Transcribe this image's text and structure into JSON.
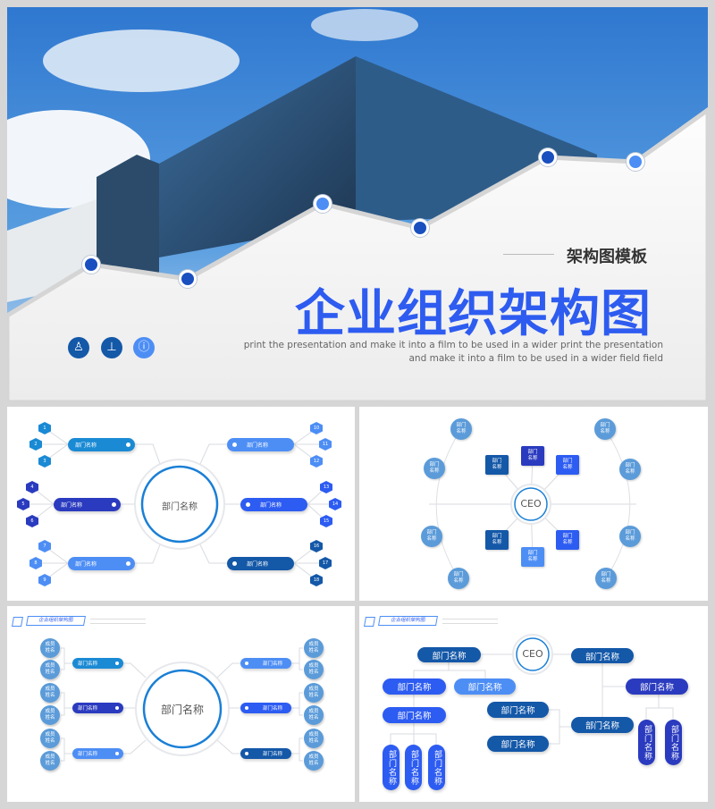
{
  "colors": {
    "blue_title": "#2e5cf0",
    "dark_blue": "#1458a8",
    "indigo": "#2a3bbf",
    "royal": "#2d5cf2",
    "light": "#4d8ef5",
    "cyan": "#1a8ad4",
    "circle": "#5b9bd9"
  },
  "cover": {
    "subtitle": "架构图模板",
    "title": "企业组织架构图",
    "desc_line1": "print the presentation and make it into a film to be used in a wider print the presentation",
    "desc_line2": "and make it into a film to be used in a wider field field",
    "icons": [
      "stamp-person-icon",
      "stamp-icon",
      "info-icon"
    ]
  },
  "slide2": {
    "center": "部门名称",
    "pill_label": "部门名称",
    "numbers": [
      "1",
      "2",
      "3",
      "4",
      "5",
      "6",
      "7",
      "8",
      "9",
      "10",
      "11",
      "12",
      "13",
      "14",
      "15",
      "16",
      "17",
      "18"
    ]
  },
  "slide3": {
    "center": "CEO",
    "box_label": "部门\n名称",
    "circle_label": "部门\n名称"
  },
  "slide4": {
    "header_title": "企业组织架构图",
    "center": "部门名称",
    "pill_label": "部门名称",
    "member_label": "成员\n姓名"
  },
  "slide5": {
    "header_title": "企业组织架构图",
    "center": "CEO",
    "dept_label": "部门名称"
  }
}
